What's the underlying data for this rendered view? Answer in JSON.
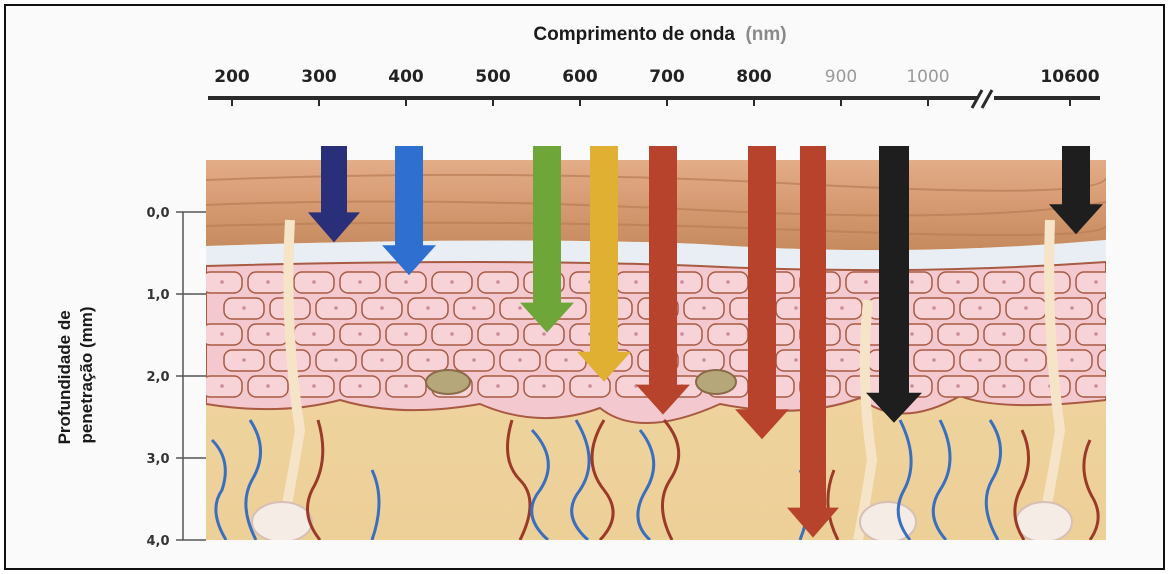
{
  "title": {
    "main": "Comprimento de onda",
    "unit": "(nm)"
  },
  "wavelength_ticks": [
    "200",
    "300",
    "400",
    "500",
    "600",
    "700",
    "800",
    "900",
    "1000",
    "10600"
  ],
  "depth_axis": {
    "title_line1": "Profundidade de",
    "title_line2": "penetração (mm)",
    "ticks": [
      "0,0",
      "1,0",
      "2,0",
      "3,0",
      "4,0"
    ]
  },
  "colors": {
    "wavelength_300": "#2a2f7a",
    "wavelength_400": "#2f6fd0",
    "wavelength_550": "#6fa63a",
    "wavelength_600": "#e0b032",
    "wavelength_red": "#b8432c",
    "wavelength_ir": "#1e1e1e",
    "skin_top": "#d9a07a",
    "epidermis_cells": "#f2c4cc",
    "dermis": "#f0d3a0"
  },
  "arrows": [
    {
      "name": "arrow-300nm",
      "color": "wavelength_300",
      "depth_mm": 0.2
    },
    {
      "name": "arrow-400nm",
      "color": "wavelength_400",
      "depth_mm": 0.6
    },
    {
      "name": "arrow-550nm",
      "color": "wavelength_550",
      "depth_mm": 1.3
    },
    {
      "name": "arrow-600nm",
      "color": "wavelength_600",
      "depth_mm": 1.9
    },
    {
      "name": "arrow-700nm",
      "color": "wavelength_red",
      "depth_mm": 2.3
    },
    {
      "name": "arrow-800nm",
      "color": "wavelength_red",
      "depth_mm": 2.6
    },
    {
      "name": "arrow-900nm",
      "color": "wavelength_red",
      "depth_mm": 3.8
    },
    {
      "name": "arrow-1000nm",
      "color": "wavelength_ir",
      "depth_mm": 2.4
    },
    {
      "name": "arrow-10600nm",
      "color": "wavelength_ir",
      "depth_mm": 0.1
    }
  ]
}
